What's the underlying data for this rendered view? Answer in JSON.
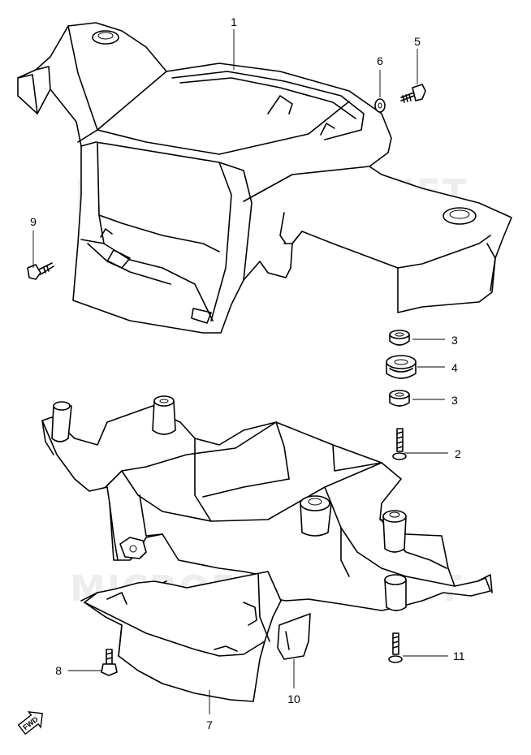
{
  "watermark": {
    "text": "MICROFICHES.NET"
  },
  "fwd_badge": {
    "label": "FWD"
  },
  "callouts": [
    {
      "id": "1",
      "label": "1"
    },
    {
      "id": "2",
      "label": "2"
    },
    {
      "id": "3a",
      "label": "3"
    },
    {
      "id": "3b",
      "label": "3"
    },
    {
      "id": "4",
      "label": "4"
    },
    {
      "id": "5",
      "label": "5"
    },
    {
      "id": "6",
      "label": "6"
    },
    {
      "id": "7",
      "label": "7"
    },
    {
      "id": "8",
      "label": "8"
    },
    {
      "id": "9",
      "label": "9"
    },
    {
      "id": "10",
      "label": "10"
    },
    {
      "id": "11",
      "label": "11"
    }
  ],
  "colors": {
    "line": "#000000",
    "background": "#ffffff",
    "watermark": "#ededed"
  }
}
